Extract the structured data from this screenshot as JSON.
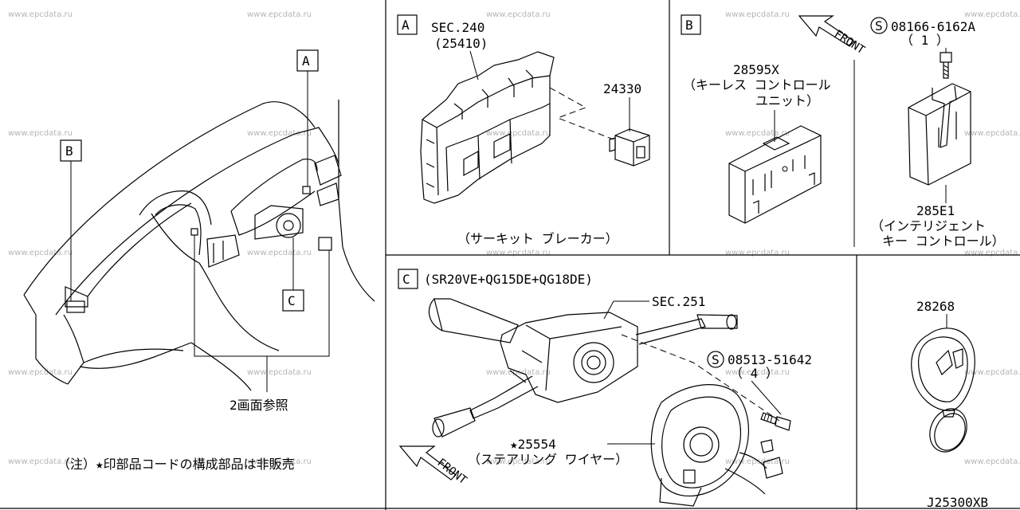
{
  "watermark": "www.epcdata.ru",
  "diagram_code": "J25300XB",
  "panel_a": {
    "tag": "A",
    "sec_ref": "SEC.240",
    "sec_sub": "(25410)",
    "part_no": "24330",
    "caption": "（サーキット ブレーカー）"
  },
  "panel_b": {
    "tag": "B",
    "front": "FRONT",
    "screw_prefix": "S",
    "screw_no": "08166-6162A",
    "screw_qty": "（ 1 ）",
    "keyless_no": "28595X",
    "keyless_name_1": "（キーレス コントロール",
    "keyless_name_2": "ユニット）",
    "intel_no": "285E1",
    "intel_name_1": "（インテリジェント",
    "intel_name_2": "キー コントロール）"
  },
  "panel_key": {
    "part_no": "28268"
  },
  "panel_c": {
    "tag": "C",
    "engines": "(SR20VE+QG15DE+QG18DE)",
    "sec_ref": "SEC.251",
    "screw_prefix": "S",
    "screw_no": "08513-51642",
    "screw_qty": "（ 4 ）",
    "star_part_no": "★25554",
    "star_part_name": "（ステアリング ワイヤー）",
    "front": "FRONT"
  },
  "overview": {
    "tag_a": "A",
    "tag_b": "B",
    "tag_c": "C",
    "see_ref": "2画面参照",
    "note": "（注）★印部品コードの構成部品は非販売"
  }
}
